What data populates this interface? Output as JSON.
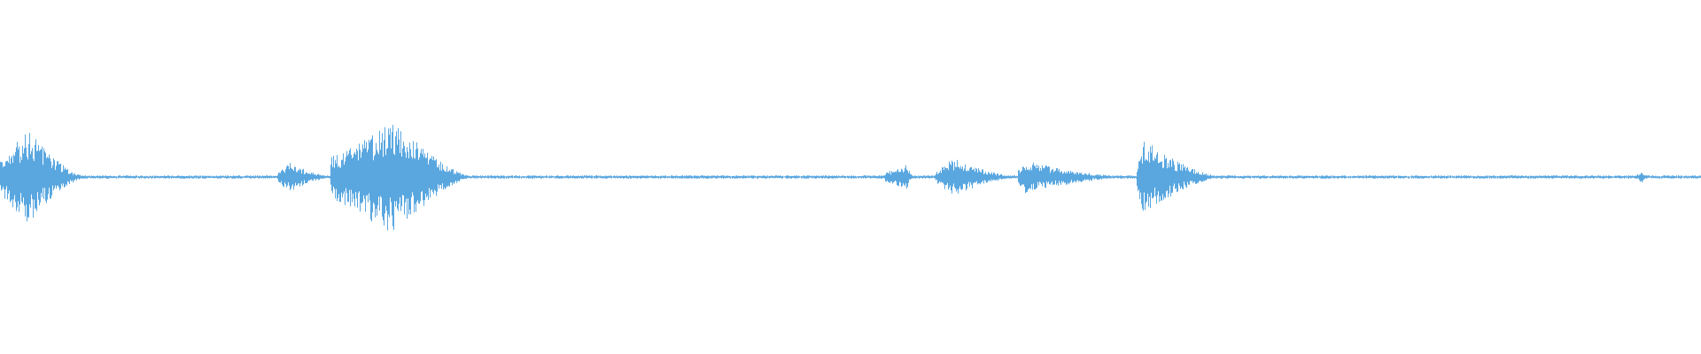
{
  "waveform": {
    "color": "#5aa7e0",
    "background": "#ffffff",
    "amplitude_max": 1.0,
    "bursts": [
      {
        "start": 0.0,
        "end": 0.052,
        "peak": 0.45,
        "peak_at": 0.016
      },
      {
        "start": 0.163,
        "end": 0.197,
        "peak": 0.14,
        "peak_at": 0.17
      },
      {
        "start": 0.194,
        "end": 0.28,
        "peak": 0.55,
        "peak_at": 0.232
      },
      {
        "start": 0.52,
        "end": 0.537,
        "peak": 0.12,
        "peak_at": 0.533
      },
      {
        "start": 0.55,
        "end": 0.6,
        "peak": 0.18,
        "peak_at": 0.561
      },
      {
        "start": 0.598,
        "end": 0.668,
        "peak": 0.16,
        "peak_at": 0.601
      },
      {
        "start": 0.668,
        "end": 0.72,
        "peak": 0.36,
        "peak_at": 0.672
      },
      {
        "start": 0.962,
        "end": 0.97,
        "peak": 0.06,
        "peak_at": 0.965
      }
    ],
    "noise_floor": 0.012
  }
}
